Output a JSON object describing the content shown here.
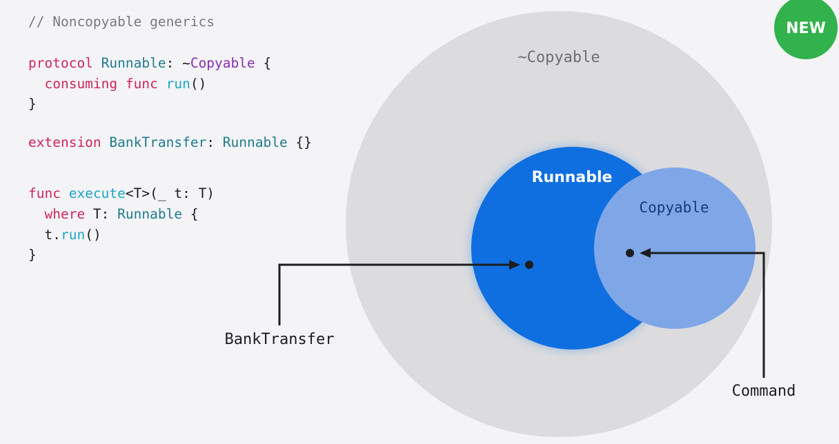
{
  "code": {
    "comment": "// Noncopyable generics",
    "line1": {
      "kw": "protocol",
      "name": "Runnable",
      "colon": ": ~",
      "constraint": "Copyable",
      "brace": " {"
    },
    "line2": {
      "kw1": "consuming",
      "kw2": "func",
      "fn": "run",
      "parens": "()"
    },
    "line3": "}",
    "line4": {
      "kw": "extension",
      "name": "BankTransfer",
      "colon": ": ",
      "proto": "Runnable",
      "brace": " {}"
    },
    "line5": {
      "kw": "func",
      "fn": "execute",
      "rest": "<T>(_ t: T)"
    },
    "line6": {
      "kw": "where",
      "rest1": " T: ",
      "proto": "Runnable",
      "brace": " {"
    },
    "line7": {
      "obj": "t.",
      "fn": "run",
      "parens": "()"
    },
    "line8": "}"
  },
  "diagram": {
    "outer_label": "~Copyable",
    "runnable_label": "Runnable",
    "copyable_label": "Copyable",
    "bank_transfer_label": "BankTransfer",
    "command_label": "Command"
  },
  "badge": {
    "label": "NEW"
  },
  "colors": {
    "outer": "#dcdcde",
    "runnable": "#0f6fe0",
    "copyable": "#7fa7e8",
    "badge": "#31b24c"
  }
}
